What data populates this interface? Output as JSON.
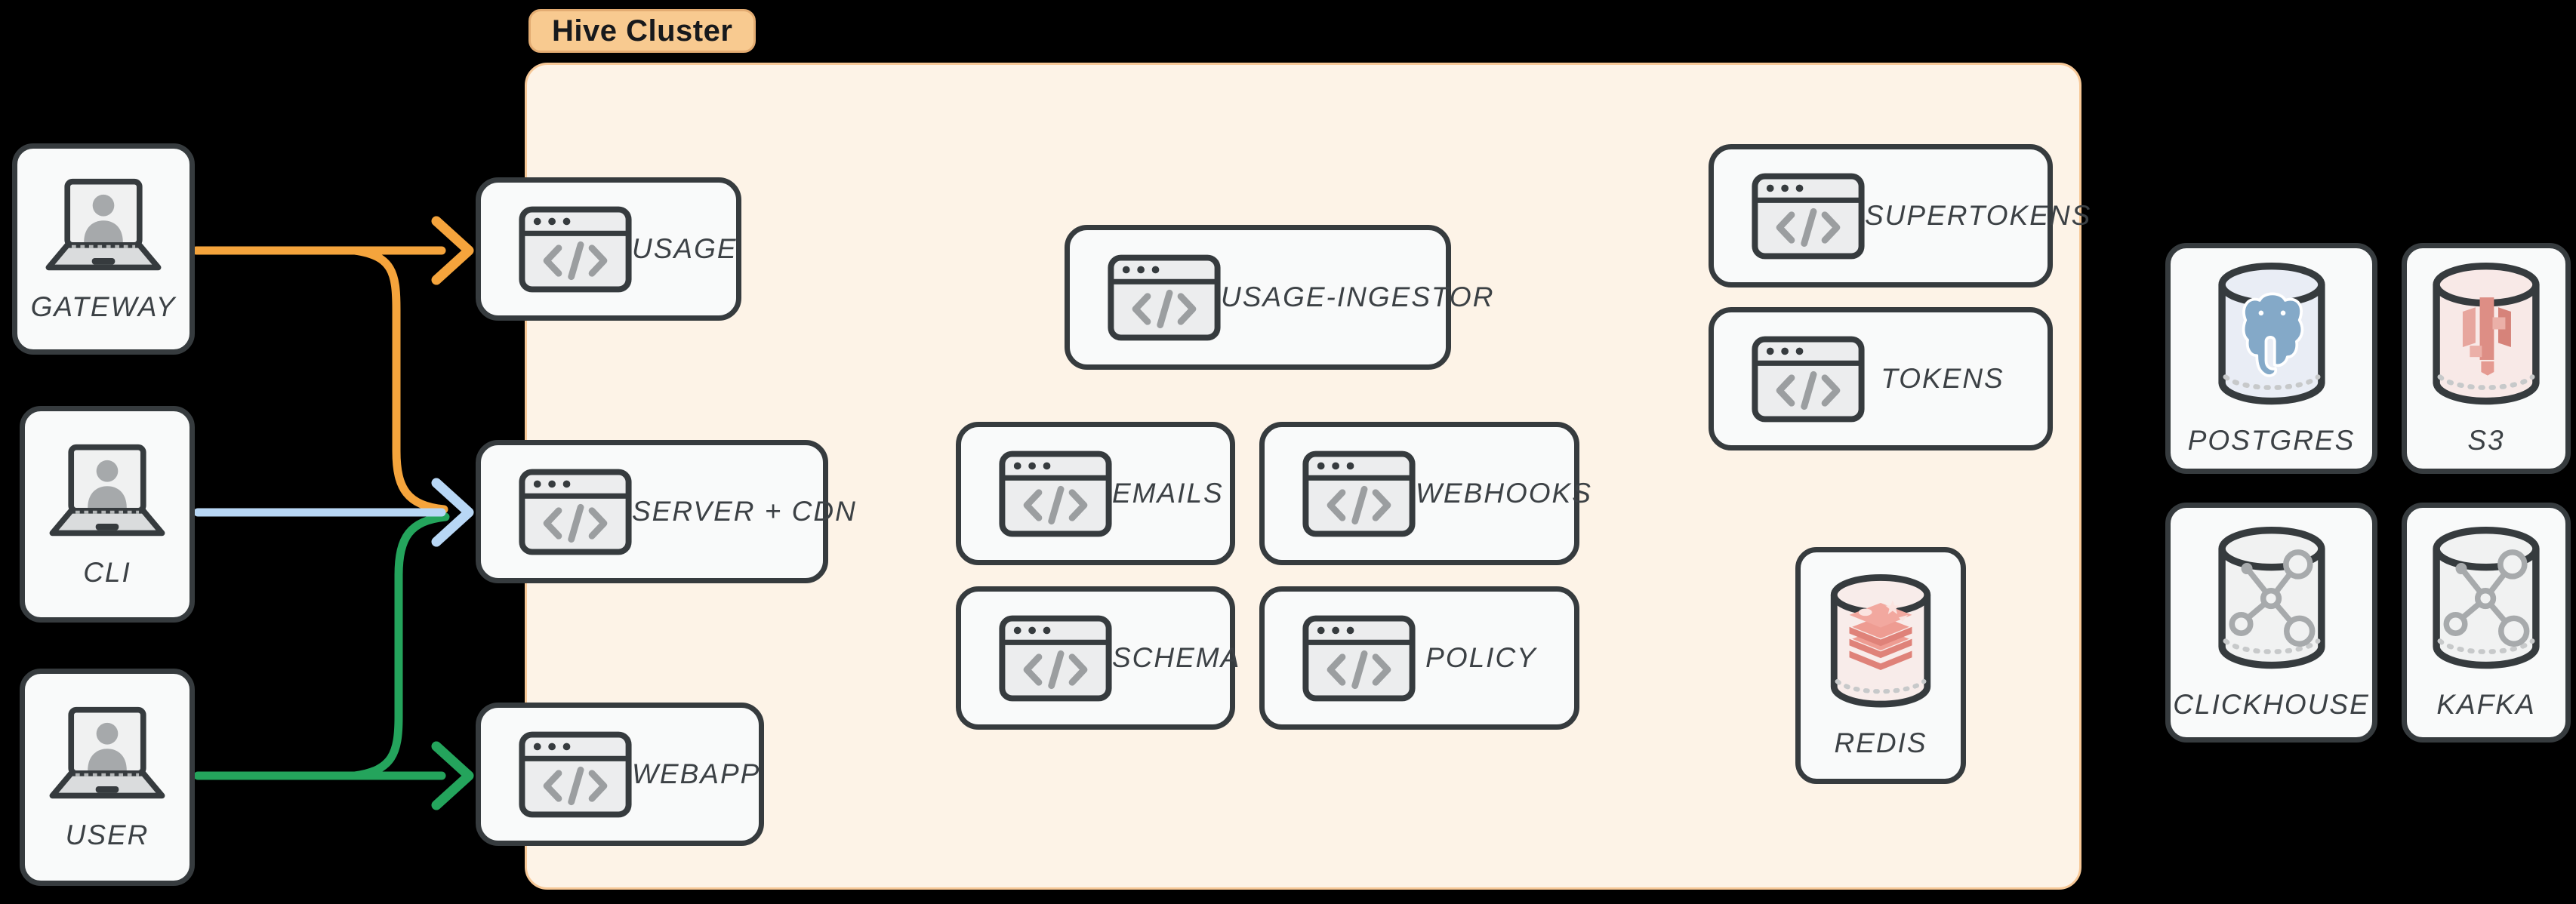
{
  "diagram": {
    "cluster_label": "Hive Cluster"
  },
  "colors": {
    "edge_orange": "#F5A43C",
    "edge_blue": "#B8D7F5",
    "edge_green": "#24A45C",
    "cluster_fill": "#FDF3E7",
    "cluster_border": "#F7C897",
    "badge_fill": "#F8CA90",
    "badge_border": "#E3AC72",
    "badge_text": "#17191C",
    "node_fill": "#F9FAFA",
    "node_border": "#363B3E",
    "label_color": "#3C4145",
    "icon_gray": "#9B9EA0",
    "postgres_blue": "#84A9C8",
    "postgres_tint": "#E9EDF5",
    "s3_red": "#DD8E85",
    "s3_tint": "#F8E9E7",
    "redis_red": "#EE9C92",
    "redis_tint": "#F8ECEA",
    "molecule_gray": "#A7AAAC",
    "neutral_tint": "#F1F2F2"
  },
  "external_nodes": {
    "gateway": {
      "label": "GATEWAY",
      "icon": "laptop-user-icon"
    },
    "cli": {
      "label": "CLI",
      "icon": "laptop-user-icon"
    },
    "user": {
      "label": "USER",
      "icon": "laptop-user-icon"
    }
  },
  "cluster_nodes": {
    "usage": {
      "label": "USAGE",
      "icon": "browser-code-icon"
    },
    "server_cdn": {
      "label": "SERVER + CDN",
      "icon": "browser-code-icon"
    },
    "webapp": {
      "label": "WEBAPP",
      "icon": "browser-code-icon"
    },
    "usage_ingestor": {
      "label": "USAGE-INGESTOR",
      "icon": "browser-code-icon"
    },
    "emails": {
      "label": "EMAILS",
      "icon": "browser-code-icon"
    },
    "webhooks": {
      "label": "WEBHOOKS",
      "icon": "browser-code-icon"
    },
    "schema": {
      "label": "SCHEMA",
      "icon": "browser-code-icon"
    },
    "policy": {
      "label": "POLICY",
      "icon": "browser-code-icon"
    },
    "supertokens": {
      "label": "SUPERTOKENS",
      "icon": "browser-code-icon"
    },
    "tokens": {
      "label": "TOKENS",
      "icon": "browser-code-icon"
    },
    "redis": {
      "label": "REDIS",
      "icon": "redis-database-icon"
    }
  },
  "datastore_nodes": {
    "postgres": {
      "label": "POSTGRES",
      "icon": "postgres-database-icon"
    },
    "s3": {
      "label": "S3",
      "icon": "s3-database-icon"
    },
    "clickhouse": {
      "label": "CLICKHOUSE",
      "icon": "clickhouse-database-icon"
    },
    "kafka": {
      "label": "KAFKA",
      "icon": "kafka-database-icon"
    }
  },
  "edges": [
    {
      "from": "GATEWAY",
      "to": "USAGE",
      "color": "#F5A43C"
    },
    {
      "from": "GATEWAY",
      "to": "SERVER + CDN",
      "color": "#F5A43C"
    },
    {
      "from": "CLI",
      "to": "SERVER + CDN",
      "color": "#B8D7F5"
    },
    {
      "from": "USER",
      "to": "SERVER + CDN",
      "color": "#24A45C"
    },
    {
      "from": "USER",
      "to": "WEBAPP",
      "color": "#24A45C"
    }
  ]
}
